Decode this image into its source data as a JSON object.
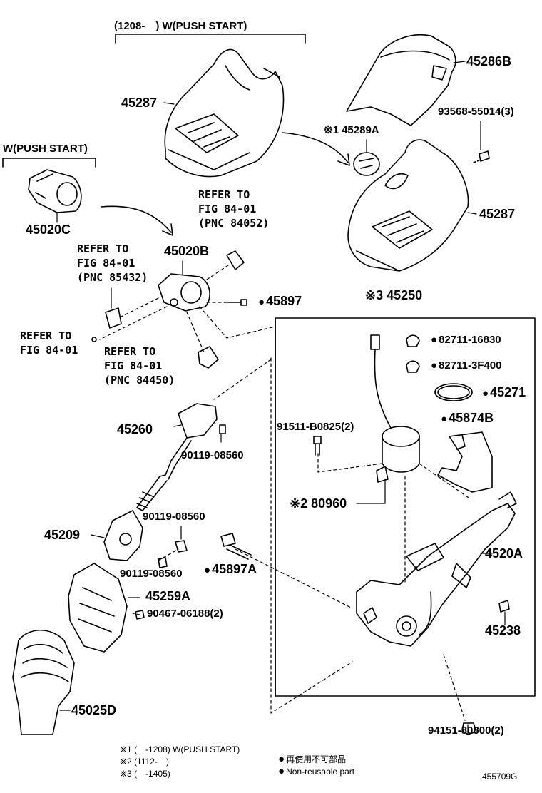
{
  "figure_id": "455709G",
  "group_top": "(1208-　) W(PUSH START)",
  "group_left": "W(PUSH START)",
  "refer_to_a": "REFER TO",
  "refer_to_b": "FIG 84-01",
  "refer_to_c": "(PNC 84052)",
  "refer2_a": "REFER TO",
  "refer2_b": "FIG 84-01",
  "refer2_c": "(PNC 85432)",
  "refer3_a": "REFER TO",
  "refer3_b": "FIG 84-01",
  "refer4_a": "REFER TO",
  "refer4_b": "FIG 84-01",
  "refer4_c": "(PNC 84450)",
  "parts": {
    "p45287_top": "45287",
    "p45286B": "45286B",
    "p93568": "93568-55014(3)",
    "p45289A": "※1 45289A",
    "p45287_right": "45287",
    "p45020C": "45020C",
    "p45020B": "45020B",
    "p45897": "45897",
    "p45250": "※3 45250",
    "p82711_16830": "82711-16830",
    "p82711_3F400": "82711-3F400",
    "p45271": "45271",
    "p45874B": "45874B",
    "p91511": "91511-B0825(2)",
    "p45260": "45260",
    "p90119_a": "90119-08560",
    "p80960": "※2 80960",
    "p90119_b": "90119-08560",
    "p45209": "45209",
    "p90119_c": "90119-08560",
    "p45897A": "45897A",
    "p4520A": "4520A",
    "p45259A": "45259A",
    "p90467": "90467-06188(2)",
    "p45238": "45238",
    "p45025D": "45025D",
    "p94151": "94151-80800(2)"
  },
  "notes": {
    "n1": "※1 (　-1208) W(PUSH START)",
    "n2": "※2 (1112-　)",
    "n3": "※3 (　-1405)",
    "nonreuse_jp": "再使用不可部品",
    "nonreuse_en": "Non-reusable part"
  }
}
